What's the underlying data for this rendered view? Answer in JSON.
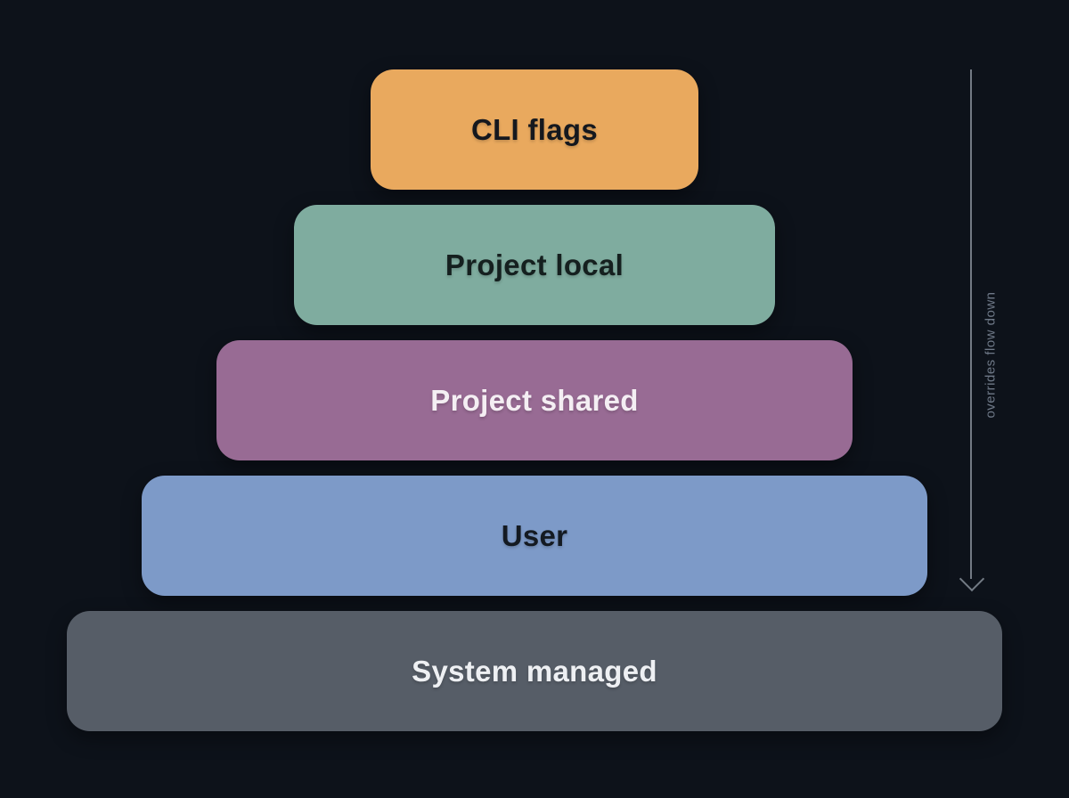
{
  "background": "#0d121a",
  "layers": [
    {
      "label": "CLI flags",
      "bg": "#e9a95e",
      "fg": "#15181e"
    },
    {
      "label": "Project local",
      "bg": "#7fac9f",
      "fg": "#15201f"
    },
    {
      "label": "Project shared",
      "bg": "#986b94",
      "fg": "#f4eef3"
    },
    {
      "label": "User",
      "bg": "#7d9ac8",
      "fg": "#141a22"
    },
    {
      "label": "System managed",
      "bg": "#565d67",
      "fg": "#eef0f3"
    }
  ],
  "arrow": {
    "label": "overrides flow down",
    "line_color": "#969ea8",
    "label_color": "#6e7887"
  }
}
